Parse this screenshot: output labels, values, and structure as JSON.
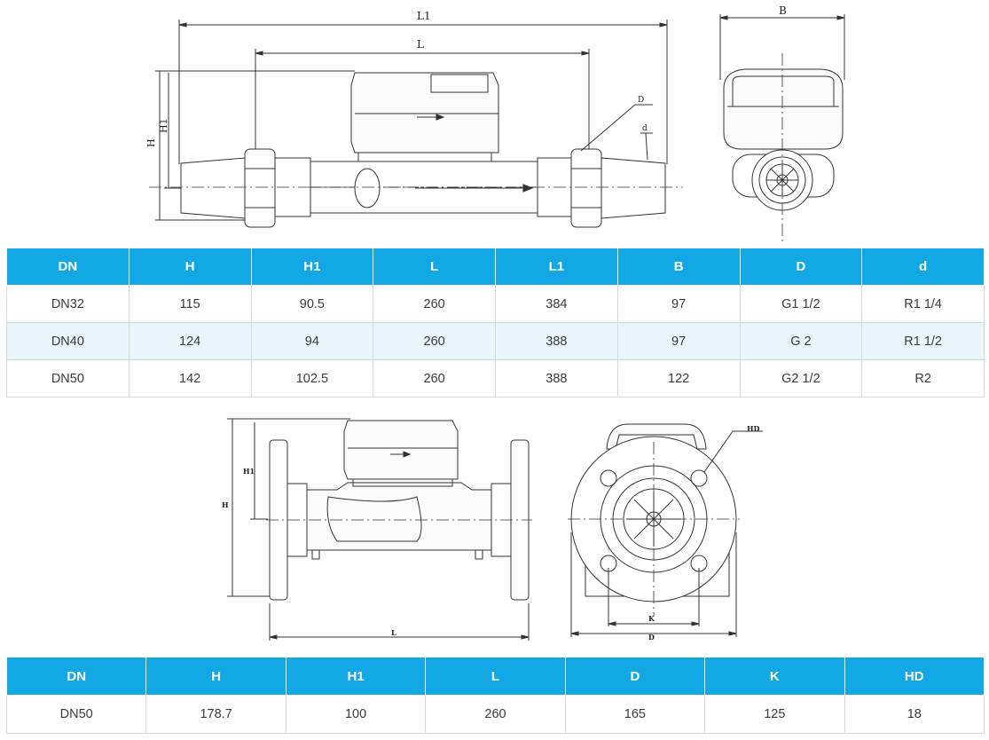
{
  "top_drawings": {
    "side_view_labels": {
      "L1": "L1",
      "L": "L",
      "H": "H",
      "H1": "H1",
      "D": "D",
      "d": "d"
    },
    "end_view_labels": {
      "B": "B"
    }
  },
  "top_table": {
    "headers": [
      "DN",
      "H",
      "H1",
      "L",
      "L1",
      "B",
      "D",
      "d"
    ],
    "rows": [
      [
        "DN32",
        "115",
        "90.5",
        "260",
        "384",
        "97",
        "G1 1/2",
        "R1 1/4"
      ],
      [
        "DN40",
        "124",
        "94",
        "260",
        "388",
        "97",
        "G 2",
        "R1 1/2"
      ],
      [
        "DN50",
        "142",
        "102.5",
        "260",
        "388",
        "122",
        "G2 1/2",
        "R2"
      ]
    ]
  },
  "bottom_drawings": {
    "side_view_labels": {
      "H": "H",
      "H1": "H1",
      "L": "L"
    },
    "end_view_labels": {
      "HD": "HD",
      "K": "K",
      "D": "D"
    }
  },
  "bottom_table": {
    "headers": [
      "DN",
      "H",
      "H1",
      "L",
      "D",
      "K",
      "HD"
    ],
    "rows": [
      [
        "DN50",
        "178.7",
        "100",
        "260",
        "165",
        "125",
        "18"
      ]
    ]
  },
  "colors": {
    "header_bg": "#12a8e6",
    "alt_row_bg": "#e9f5fb",
    "line": "#333333"
  }
}
